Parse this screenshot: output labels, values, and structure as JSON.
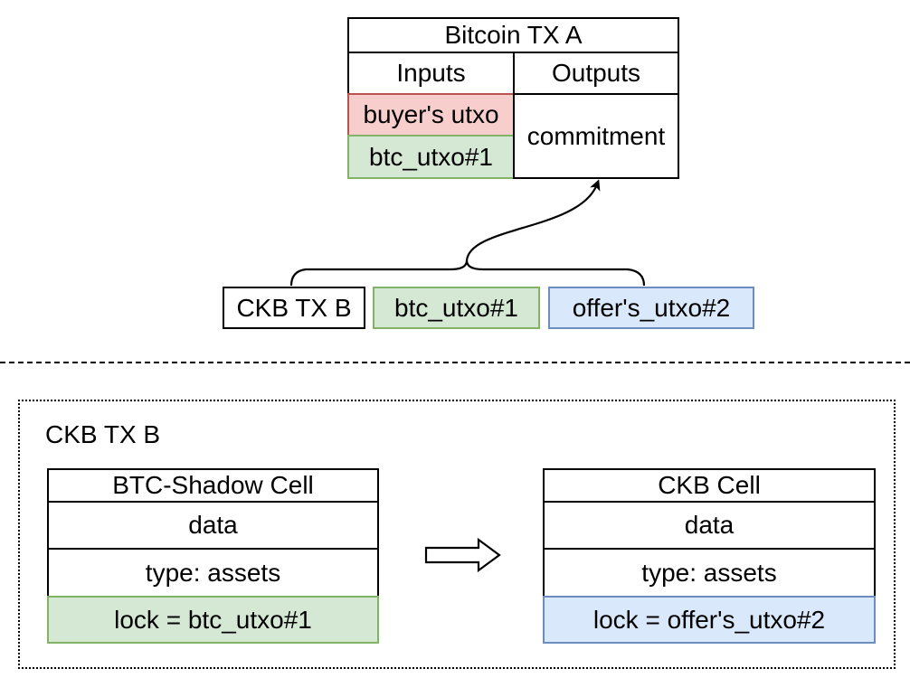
{
  "bitcoin_tx": {
    "title": "Bitcoin TX A",
    "inputs_header": "Inputs",
    "outputs_header": "Outputs",
    "inputs": [
      "buyer's utxo",
      "btc_utxo#1"
    ],
    "output": "commitment"
  },
  "references": {
    "tx_label": "CKB TX B",
    "btc_utxo": "btc_utxo#1",
    "offer_utxo": "offer's_utxo#2"
  },
  "ckb_tx": {
    "title": "CKB TX B",
    "input_cell": {
      "name": "BTC-Shadow Cell",
      "data": "data",
      "type": "type: assets",
      "lock": "lock = btc_utxo#1"
    },
    "output_cell": {
      "name": "CKB Cell",
      "data": "data",
      "type": "type: assets",
      "lock": "lock = offer's_utxo#2"
    }
  },
  "colors": {
    "red_fill": "#f8cecc",
    "red_stroke": "#b85450",
    "green_fill": "#d5e8d4",
    "green_stroke": "#82b366",
    "blue_fill": "#dae8fc",
    "blue_stroke": "#6c8ebf"
  }
}
